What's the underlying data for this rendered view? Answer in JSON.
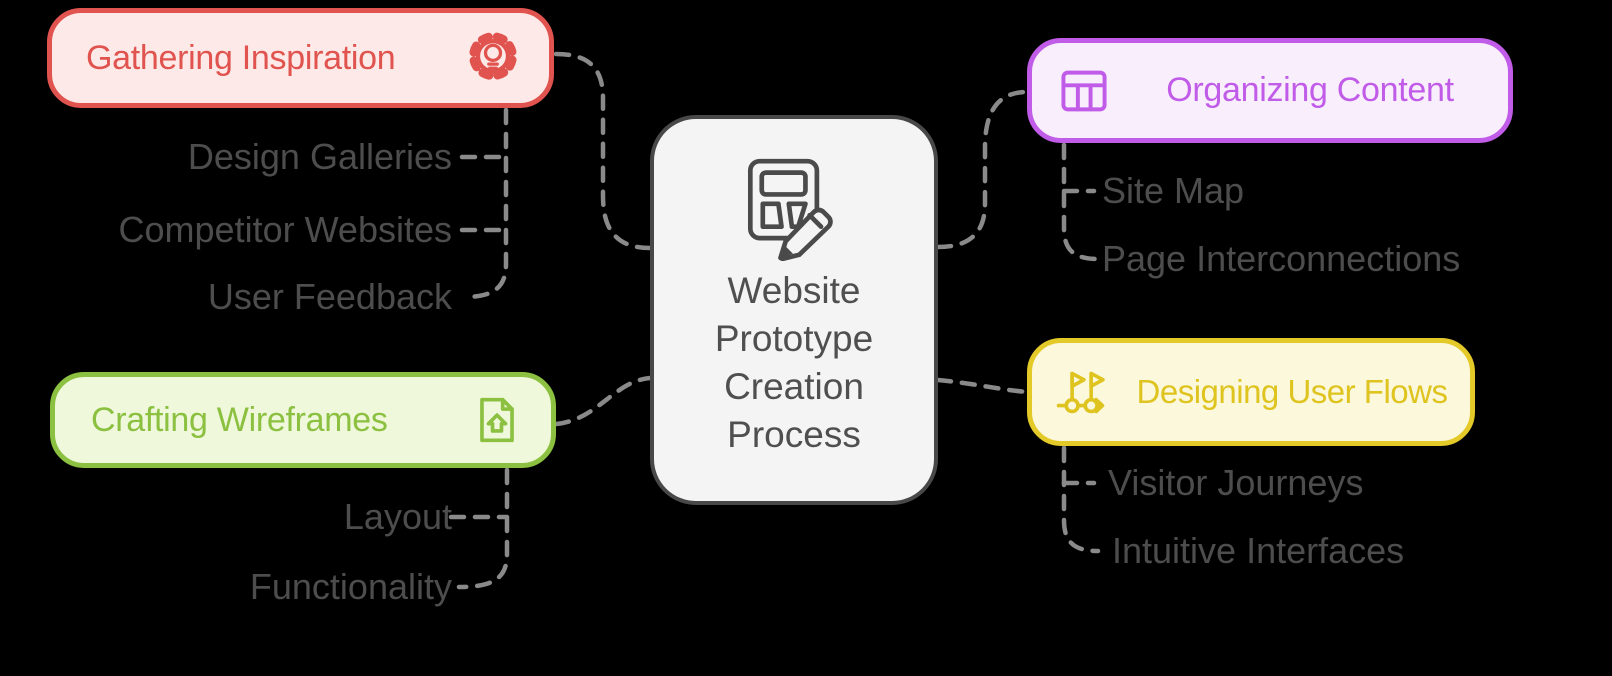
{
  "colors": {
    "background": "#000000",
    "connector": "#8a8a8a",
    "child_text": "#4d4d4d"
  },
  "center": {
    "lines": [
      "Website",
      "Prototype",
      "Creation",
      "Process"
    ],
    "fill": "#f4f4f4",
    "border": "#484848",
    "icon_color": "#4a4a4a",
    "text": "#4f4f4f",
    "icon": "wireframe-pencil-icon"
  },
  "branches": [
    {
      "id": "gathering-inspiration",
      "label": "Gathering Inspiration",
      "icon": "gear-lightbulb-icon",
      "border_color": "#e0534e",
      "fill": "#fdeae8",
      "text_color": "#e0534e",
      "children": [
        "Design Galleries",
        "Competitor Websites",
        "User Feedback"
      ]
    },
    {
      "id": "organizing-content",
      "label": "Organizing Content",
      "icon": "table-columns-icon",
      "border_color": "#c05ce8",
      "fill": "#f9eefc",
      "text_color": "#c05ce8",
      "children": [
        "Site Map",
        "Page Interconnections"
      ]
    },
    {
      "id": "crafting-wireframes",
      "label": "Crafting Wireframes",
      "icon": "document-export-icon",
      "border_color": "#8cc041",
      "fill": "#eff8da",
      "text_color": "#8cc041",
      "children": [
        "Layout",
        "Functionality"
      ]
    },
    {
      "id": "designing-user-flows",
      "label": "Designing User Flows",
      "icon": "milestone-flags-icon",
      "border_color": "#e3ca28",
      "fill": "#fbf8dc",
      "text_color": "#dfc420",
      "children": [
        "Visitor Journeys",
        "Intuitive Interfaces"
      ]
    }
  ]
}
